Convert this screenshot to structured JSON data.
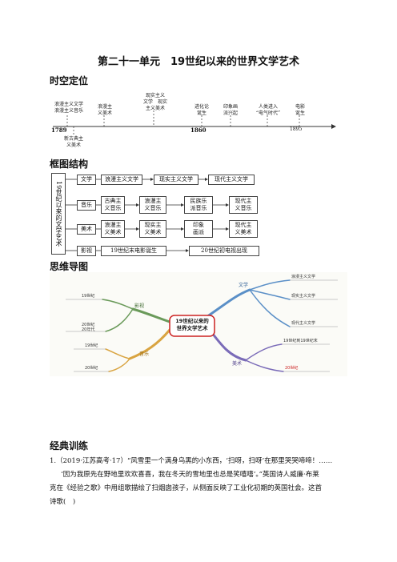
{
  "title": "第二十一单元　19世纪以来的世界文学艺术",
  "sections": {
    "timeline": "时空定位",
    "framework": "框图结构",
    "mindmap": "思维导图",
    "practice": "经典训练"
  },
  "timeline": {
    "years": {
      "y1789": "1789",
      "y1860": "1860",
      "y1895": "1895"
    },
    "above": {
      "romantic": "浪漫主义文学\n浪漫主义音乐",
      "romantic_art": "浪漫主\n义美术",
      "realism": "现实主义\n文学　现实\n主义美术",
      "evolution": "进化论\n诞生",
      "impression": "印象画\n派兴起",
      "ai_age": "人类进入\n“电气时代”",
      "film": "电影\n诞生"
    },
    "below": {
      "classical_art": "新古典主\n义美术"
    }
  },
  "framework": {
    "side_label": "19世纪以来的文学艺术",
    "rows": [
      {
        "cat": "文学",
        "items": [
          "浪漫主义文学",
          "现实主义文学",
          "现代主义文学"
        ]
      },
      {
        "cat": "音乐",
        "items": [
          "古典主\n义音乐",
          "浪漫主\n义音乐",
          "民族乐\n派音乐",
          "现代主\n义音乐"
        ]
      },
      {
        "cat": "美术",
        "items": [
          "浪漫主\n义美术",
          "现实主\n义美术",
          "印象\n画派",
          "现代主\n义美术"
        ]
      },
      {
        "cat": "影视",
        "items": [
          "19世纪末电影诞生",
          "20世纪初电视出现"
        ]
      }
    ]
  },
  "mindmap": {
    "center": "19世纪以来的\n世界文学艺术",
    "branches": {
      "literature": "文学",
      "film": "影视",
      "music": "音乐",
      "art": "美术"
    },
    "labels": {
      "l1": "浪漫主义文学",
      "l2": "现实主义文学",
      "l3": "现代主义文学",
      "f1": "19世纪",
      "f2": "20世纪\n20年代",
      "m1": "19世纪",
      "m2": "20世纪",
      "a1": "19世纪到19世纪末",
      "a2": "20世纪"
    }
  },
  "question": {
    "stem": "1.（2019·江苏高考·17）“风雪里一个满身乌黑的小东西，‘扫呀，扫呀’在那里哭哭啼啼！……",
    "line2": "‘因为我原先在野地里欢欢喜喜，我在冬天的雪地里也总是笑嘻嘻’。”英国诗人威廉·布莱",
    "line3": "克在《经验之歌》中用组歌描绘了扫烟囱孩子，从侧面反映了工业化初期的英国社会。这首",
    "line4": "诗歌(　)"
  },
  "colors": {
    "line": "#333333",
    "mm_center": "#cc2222",
    "mm_lit": "#5a8fc7",
    "mm_music": "#d9a441",
    "mm_art": "#7a6bb8",
    "mm_film": "#6a9a5a"
  }
}
